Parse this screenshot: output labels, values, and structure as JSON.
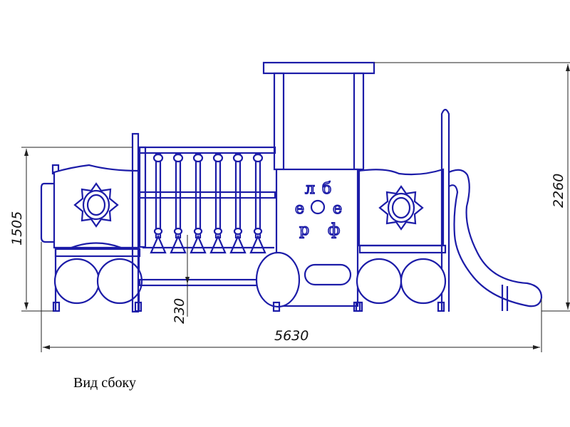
{
  "drawing": {
    "dimensions": {
      "height_left": "1505",
      "height_total": "2260",
      "clearance": "230",
      "length_total": "5630"
    },
    "logo_letters": [
      "л",
      "б",
      "е",
      "е",
      "р",
      "ф"
    ],
    "caption": "Вид сбоку",
    "colors": {
      "lines": "#1c1ca8",
      "dimensions": "#222222"
    }
  }
}
